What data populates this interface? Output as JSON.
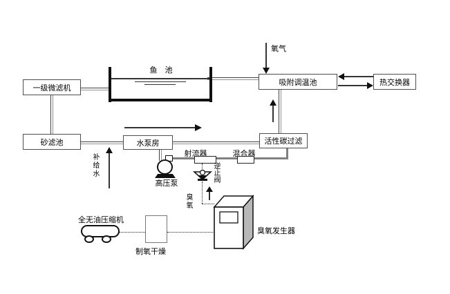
{
  "diagram": {
    "pond_label": "鱼　池",
    "boxes": {
      "micro_filter": "一级微滤机",
      "sand_filter": "砂滤池",
      "pump_house": "水泵房",
      "carbon_filter": "活性碳过滤",
      "adsorption_pool": "吸附调温池",
      "heat_exchanger": "热交换器"
    },
    "devices": {
      "jet": "射流器",
      "mixer": "混合器",
      "high_pressure_pump": "高压泵",
      "check_valve": "逆止阀",
      "compressor": "全无油压缩机",
      "oxygen_dryer": "制氧干燥",
      "ozone_generator": "臭氧发生器"
    },
    "flows": {
      "oxygen": "氧气",
      "makeup_water": "补给水",
      "ozone": "臭氧"
    },
    "colors": {
      "background": "#ffffff",
      "line_dark": "#1a1a1a",
      "pipe_edge_dark": "#3f3f3f",
      "pipe_edge_light": "#909090",
      "thick_pipe": "#808080",
      "box_border": "#4d4d4d",
      "generator_side_fill": "#b8b8b8"
    }
  }
}
